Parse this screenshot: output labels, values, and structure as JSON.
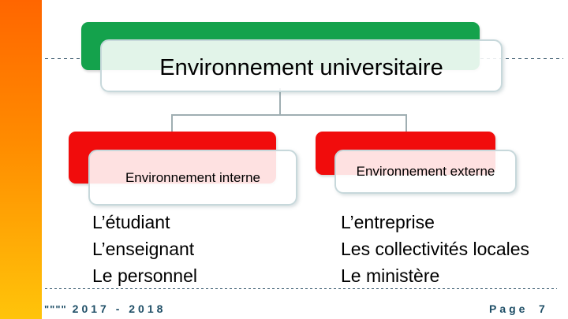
{
  "slide": {
    "title": "Environnement universitaire",
    "branches": [
      {
        "label": "Environnement interne",
        "items": [
          "L’étudiant",
          "L’enseignant",
          "Le personnel"
        ]
      },
      {
        "label": "Environnement externe",
        "items": [
          "L’entreprise",
          "Les collectivités locales",
          "Le ministère"
        ]
      }
    ],
    "footer": {
      "marks": "\"\"\"\"",
      "date": "2017 - 2018",
      "page_label": "Page",
      "page_number": "7"
    },
    "colors": {
      "accent_bar_top": "#ff6600",
      "accent_bar_bottom": "#ffc40a",
      "title_shape": "#14a24c",
      "branch_shape": "#f10c0c",
      "front_box_border": "#c7d8db",
      "connector": "#9faeb2",
      "dashed_line": "#2e4f63",
      "footer_text": "#1e4e66",
      "body_text": "#000000"
    }
  }
}
